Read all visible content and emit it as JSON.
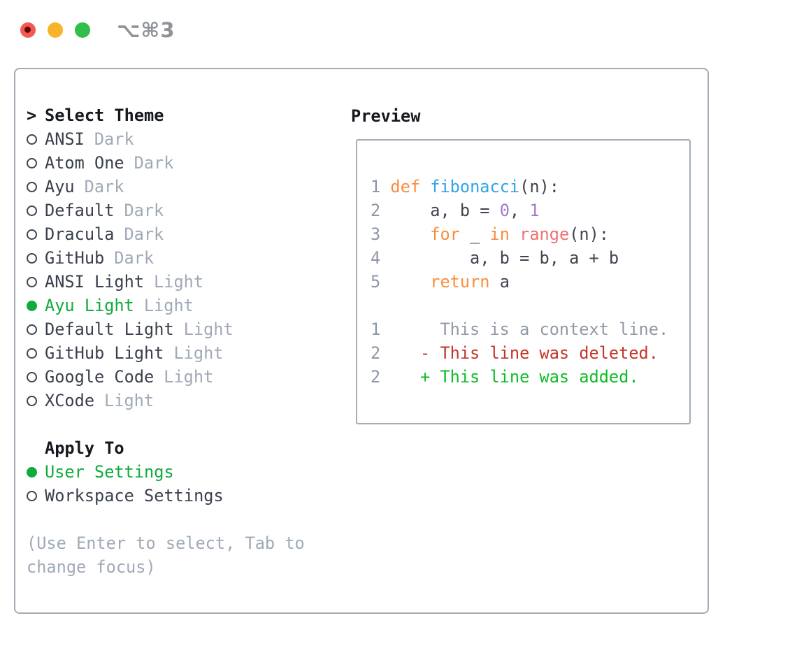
{
  "titlebar": {
    "shortcut": "⌥⌘3",
    "buttons": [
      "close",
      "minimize",
      "zoom"
    ]
  },
  "panel": {
    "select_theme": {
      "prompt": ">",
      "title": "Select Theme",
      "items": [
        {
          "name": "ANSI",
          "variant": "Dark",
          "selected": false
        },
        {
          "name": "Atom One",
          "variant": "Dark",
          "selected": false
        },
        {
          "name": "Ayu",
          "variant": "Dark",
          "selected": false
        },
        {
          "name": "Default",
          "variant": "Dark",
          "selected": false
        },
        {
          "name": "Dracula",
          "variant": "Dark",
          "selected": false
        },
        {
          "name": "GitHub",
          "variant": "Dark",
          "selected": false
        },
        {
          "name": "ANSI Light",
          "variant": "Light",
          "selected": false
        },
        {
          "name": "Ayu Light",
          "variant": "Light",
          "selected": true
        },
        {
          "name": "Default Light",
          "variant": "Light",
          "selected": false
        },
        {
          "name": "GitHub Light",
          "variant": "Light",
          "selected": false
        },
        {
          "name": "Google Code",
          "variant": "Light",
          "selected": false
        },
        {
          "name": "XCode",
          "variant": "Light",
          "selected": false
        }
      ]
    },
    "apply_to": {
      "title": "Apply To",
      "options": [
        {
          "label": "User Settings",
          "selected": true
        },
        {
          "label": "Workspace Settings",
          "selected": false
        }
      ]
    },
    "help_text": "(Use Enter to select, Tab to change focus)"
  },
  "preview": {
    "title": "Preview",
    "lines": [
      {
        "num": "1",
        "tokens": [
          [
            "def",
            "kw"
          ],
          [
            " ",
            "pl"
          ],
          [
            "fibonacci",
            "fn"
          ],
          [
            "(n):",
            "pl"
          ]
        ]
      },
      {
        "num": "2",
        "tokens": [
          [
            "    a, b = ",
            "pl"
          ],
          [
            "0",
            "num"
          ],
          [
            ", ",
            "pl"
          ],
          [
            "1",
            "num"
          ]
        ]
      },
      {
        "num": "3",
        "tokens": [
          [
            "    ",
            "pl"
          ],
          [
            "for",
            "kw"
          ],
          [
            " _ ",
            "pl"
          ],
          [
            "in",
            "kw"
          ],
          [
            " ",
            "pl"
          ],
          [
            "range",
            "call"
          ],
          [
            "(n):",
            "pl"
          ]
        ]
      },
      {
        "num": "4",
        "tokens": [
          [
            "        a, b = b, a + b",
            "pl"
          ]
        ]
      },
      {
        "num": "5",
        "tokens": [
          [
            "    ",
            "pl"
          ],
          [
            "return",
            "kw"
          ],
          [
            " a",
            "pl"
          ]
        ]
      },
      {
        "num": "",
        "tokens": []
      },
      {
        "num": "1",
        "tokens": [
          [
            "     This is a context line.",
            "ctx"
          ]
        ]
      },
      {
        "num": "2",
        "tokens": [
          [
            "   - This line was deleted.",
            "del"
          ]
        ]
      },
      {
        "num": "2",
        "tokens": [
          [
            "   + This line was added.",
            "add"
          ]
        ]
      }
    ]
  },
  "colors": {
    "keyword": "#fa8d3e",
    "function": "#31a4ea",
    "number": "#a37acc",
    "builtin_call": "#f07171",
    "code_default": "#3f4450",
    "line_number": "#8e97a6",
    "diff_context": "#9199a4",
    "diff_deleted": "#c2362a",
    "diff_added": "#0ebc26",
    "selected_green": "#10ab3d",
    "muted": "#a0a9b6",
    "border": "#a5acb6",
    "traffic_red": "#f4594f",
    "traffic_yellow": "#f7b32c",
    "traffic_green": "#30bf48"
  }
}
